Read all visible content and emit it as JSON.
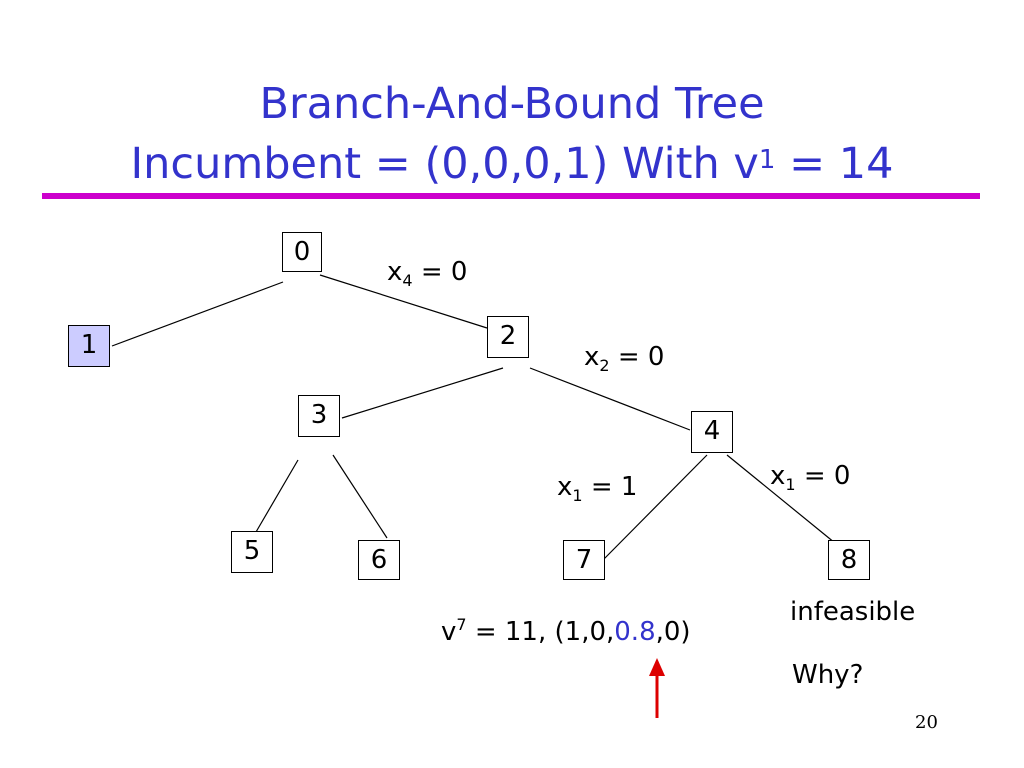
{
  "title": {
    "line1": "Branch-And-Bound Tree",
    "line2_prefix": "Incumbent = (0,0,0,1) With v",
    "line2_sup": "1",
    "line2_suffix": " = 14"
  },
  "nodes": {
    "n0": "0",
    "n1": "1",
    "n2": "2",
    "n3": "3",
    "n4": "4",
    "n5": "5",
    "n6": "6",
    "n7": "7",
    "n8": "8"
  },
  "edge_labels": {
    "x4": {
      "var": "x",
      "sub": "4",
      "rest": " = 0"
    },
    "x2": {
      "var": "x",
      "sub": "2",
      "rest": " = 0"
    },
    "x1_left": {
      "var": "x",
      "sub": "1",
      "rest": " = 1"
    },
    "x1_right": {
      "var": "x",
      "sub": "1",
      "rest": " = 0"
    }
  },
  "notes": {
    "v7_var": "v",
    "v7_sup": "7",
    "v7_before": " = 11, (1,0,",
    "v7_highlight": "0.8",
    "v7_after": ",0)",
    "infeasible": "infeasible",
    "why": "Why?"
  },
  "colors": {
    "title": "#3333cc",
    "rule": "#cc00cc",
    "highlight": "#3333cc",
    "arrow": "#dd0000",
    "shaded_node": "#ccccff"
  },
  "page_number": "20"
}
